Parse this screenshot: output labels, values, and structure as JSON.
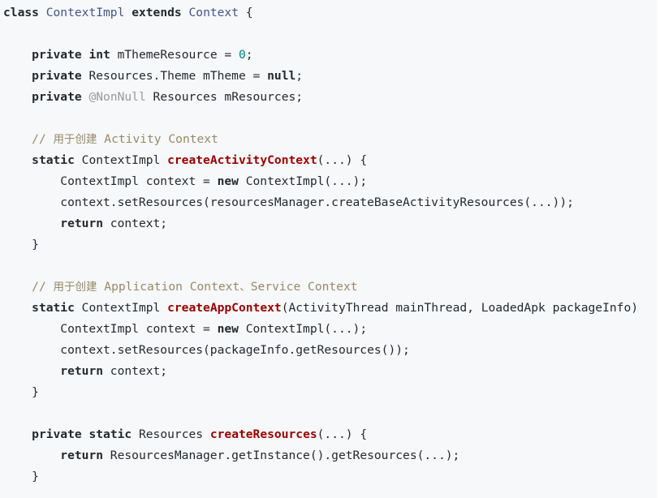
{
  "colors": {
    "background": "#f6f8fa",
    "text": "#24292e",
    "keyword": "#24292e",
    "type": "#445588",
    "number": "#008080",
    "annotation": "#999999",
    "comment": "#998866",
    "function": "#990000"
  },
  "code": {
    "lines": [
      [
        [
          "keyword",
          "class"
        ],
        [
          "plain",
          " "
        ],
        [
          "type",
          "ContextImpl"
        ],
        [
          "plain",
          " "
        ],
        [
          "keyword",
          "extends"
        ],
        [
          "plain",
          " "
        ],
        [
          "type",
          "Context"
        ],
        [
          "plain",
          " {"
        ]
      ],
      [],
      [
        [
          "plain",
          "    "
        ],
        [
          "keyword",
          "private"
        ],
        [
          "plain",
          " "
        ],
        [
          "keyword",
          "int"
        ],
        [
          "plain",
          " mThemeResource = "
        ],
        [
          "number",
          "0"
        ],
        [
          "plain",
          ";"
        ]
      ],
      [
        [
          "plain",
          "    "
        ],
        [
          "keyword",
          "private"
        ],
        [
          "plain",
          " Resources.Theme mTheme = "
        ],
        [
          "keyword",
          "null"
        ],
        [
          "plain",
          ";"
        ]
      ],
      [
        [
          "plain",
          "    "
        ],
        [
          "keyword",
          "private"
        ],
        [
          "plain",
          " "
        ],
        [
          "annotation",
          "@NonNull"
        ],
        [
          "plain",
          " Resources mResources;"
        ]
      ],
      [],
      [
        [
          "plain",
          "    "
        ],
        [
          "comment",
          "// "
        ],
        [
          "comment-cn",
          "用于创建"
        ],
        [
          "comment",
          " Activity Context"
        ]
      ],
      [
        [
          "plain",
          "    "
        ],
        [
          "keyword",
          "static"
        ],
        [
          "plain",
          " ContextImpl "
        ],
        [
          "func",
          "createActivityContext"
        ],
        [
          "plain",
          "(...) {"
        ]
      ],
      [
        [
          "plain",
          "        ContextImpl context = "
        ],
        [
          "keyword",
          "new"
        ],
        [
          "plain",
          " ContextImpl(...);"
        ]
      ],
      [
        [
          "plain",
          "        context.setResources(resourcesManager.createBaseActivityResources(...));"
        ]
      ],
      [
        [
          "plain",
          "        "
        ],
        [
          "keyword",
          "return"
        ],
        [
          "plain",
          " context;"
        ]
      ],
      [
        [
          "plain",
          "    }"
        ]
      ],
      [],
      [
        [
          "plain",
          "    "
        ],
        [
          "comment",
          "// "
        ],
        [
          "comment-cn",
          "用于创建"
        ],
        [
          "comment",
          " Application Context"
        ],
        [
          "comment-cn",
          "、"
        ],
        [
          "comment",
          "Service Context"
        ]
      ],
      [
        [
          "plain",
          "    "
        ],
        [
          "keyword",
          "static"
        ],
        [
          "plain",
          " ContextImpl "
        ],
        [
          "func",
          "createAppContext"
        ],
        [
          "plain",
          "(ActivityThread mainThread, LoadedApk packageInfo)"
        ]
      ],
      [
        [
          "plain",
          "        ContextImpl context = "
        ],
        [
          "keyword",
          "new"
        ],
        [
          "plain",
          " ContextImpl(...);"
        ]
      ],
      [
        [
          "plain",
          "        context.setResources(packageInfo.getResources());"
        ]
      ],
      [
        [
          "plain",
          "        "
        ],
        [
          "keyword",
          "return"
        ],
        [
          "plain",
          " context;"
        ]
      ],
      [
        [
          "plain",
          "    }"
        ]
      ],
      [],
      [
        [
          "plain",
          "    "
        ],
        [
          "keyword",
          "private"
        ],
        [
          "plain",
          " "
        ],
        [
          "keyword",
          "static"
        ],
        [
          "plain",
          " Resources "
        ],
        [
          "func",
          "createResources"
        ],
        [
          "plain",
          "(...) {"
        ]
      ],
      [
        [
          "plain",
          "        "
        ],
        [
          "keyword",
          "return"
        ],
        [
          "plain",
          " ResourcesManager.getInstance().getResources(...);"
        ]
      ],
      [
        [
          "plain",
          "    }"
        ]
      ]
    ]
  }
}
